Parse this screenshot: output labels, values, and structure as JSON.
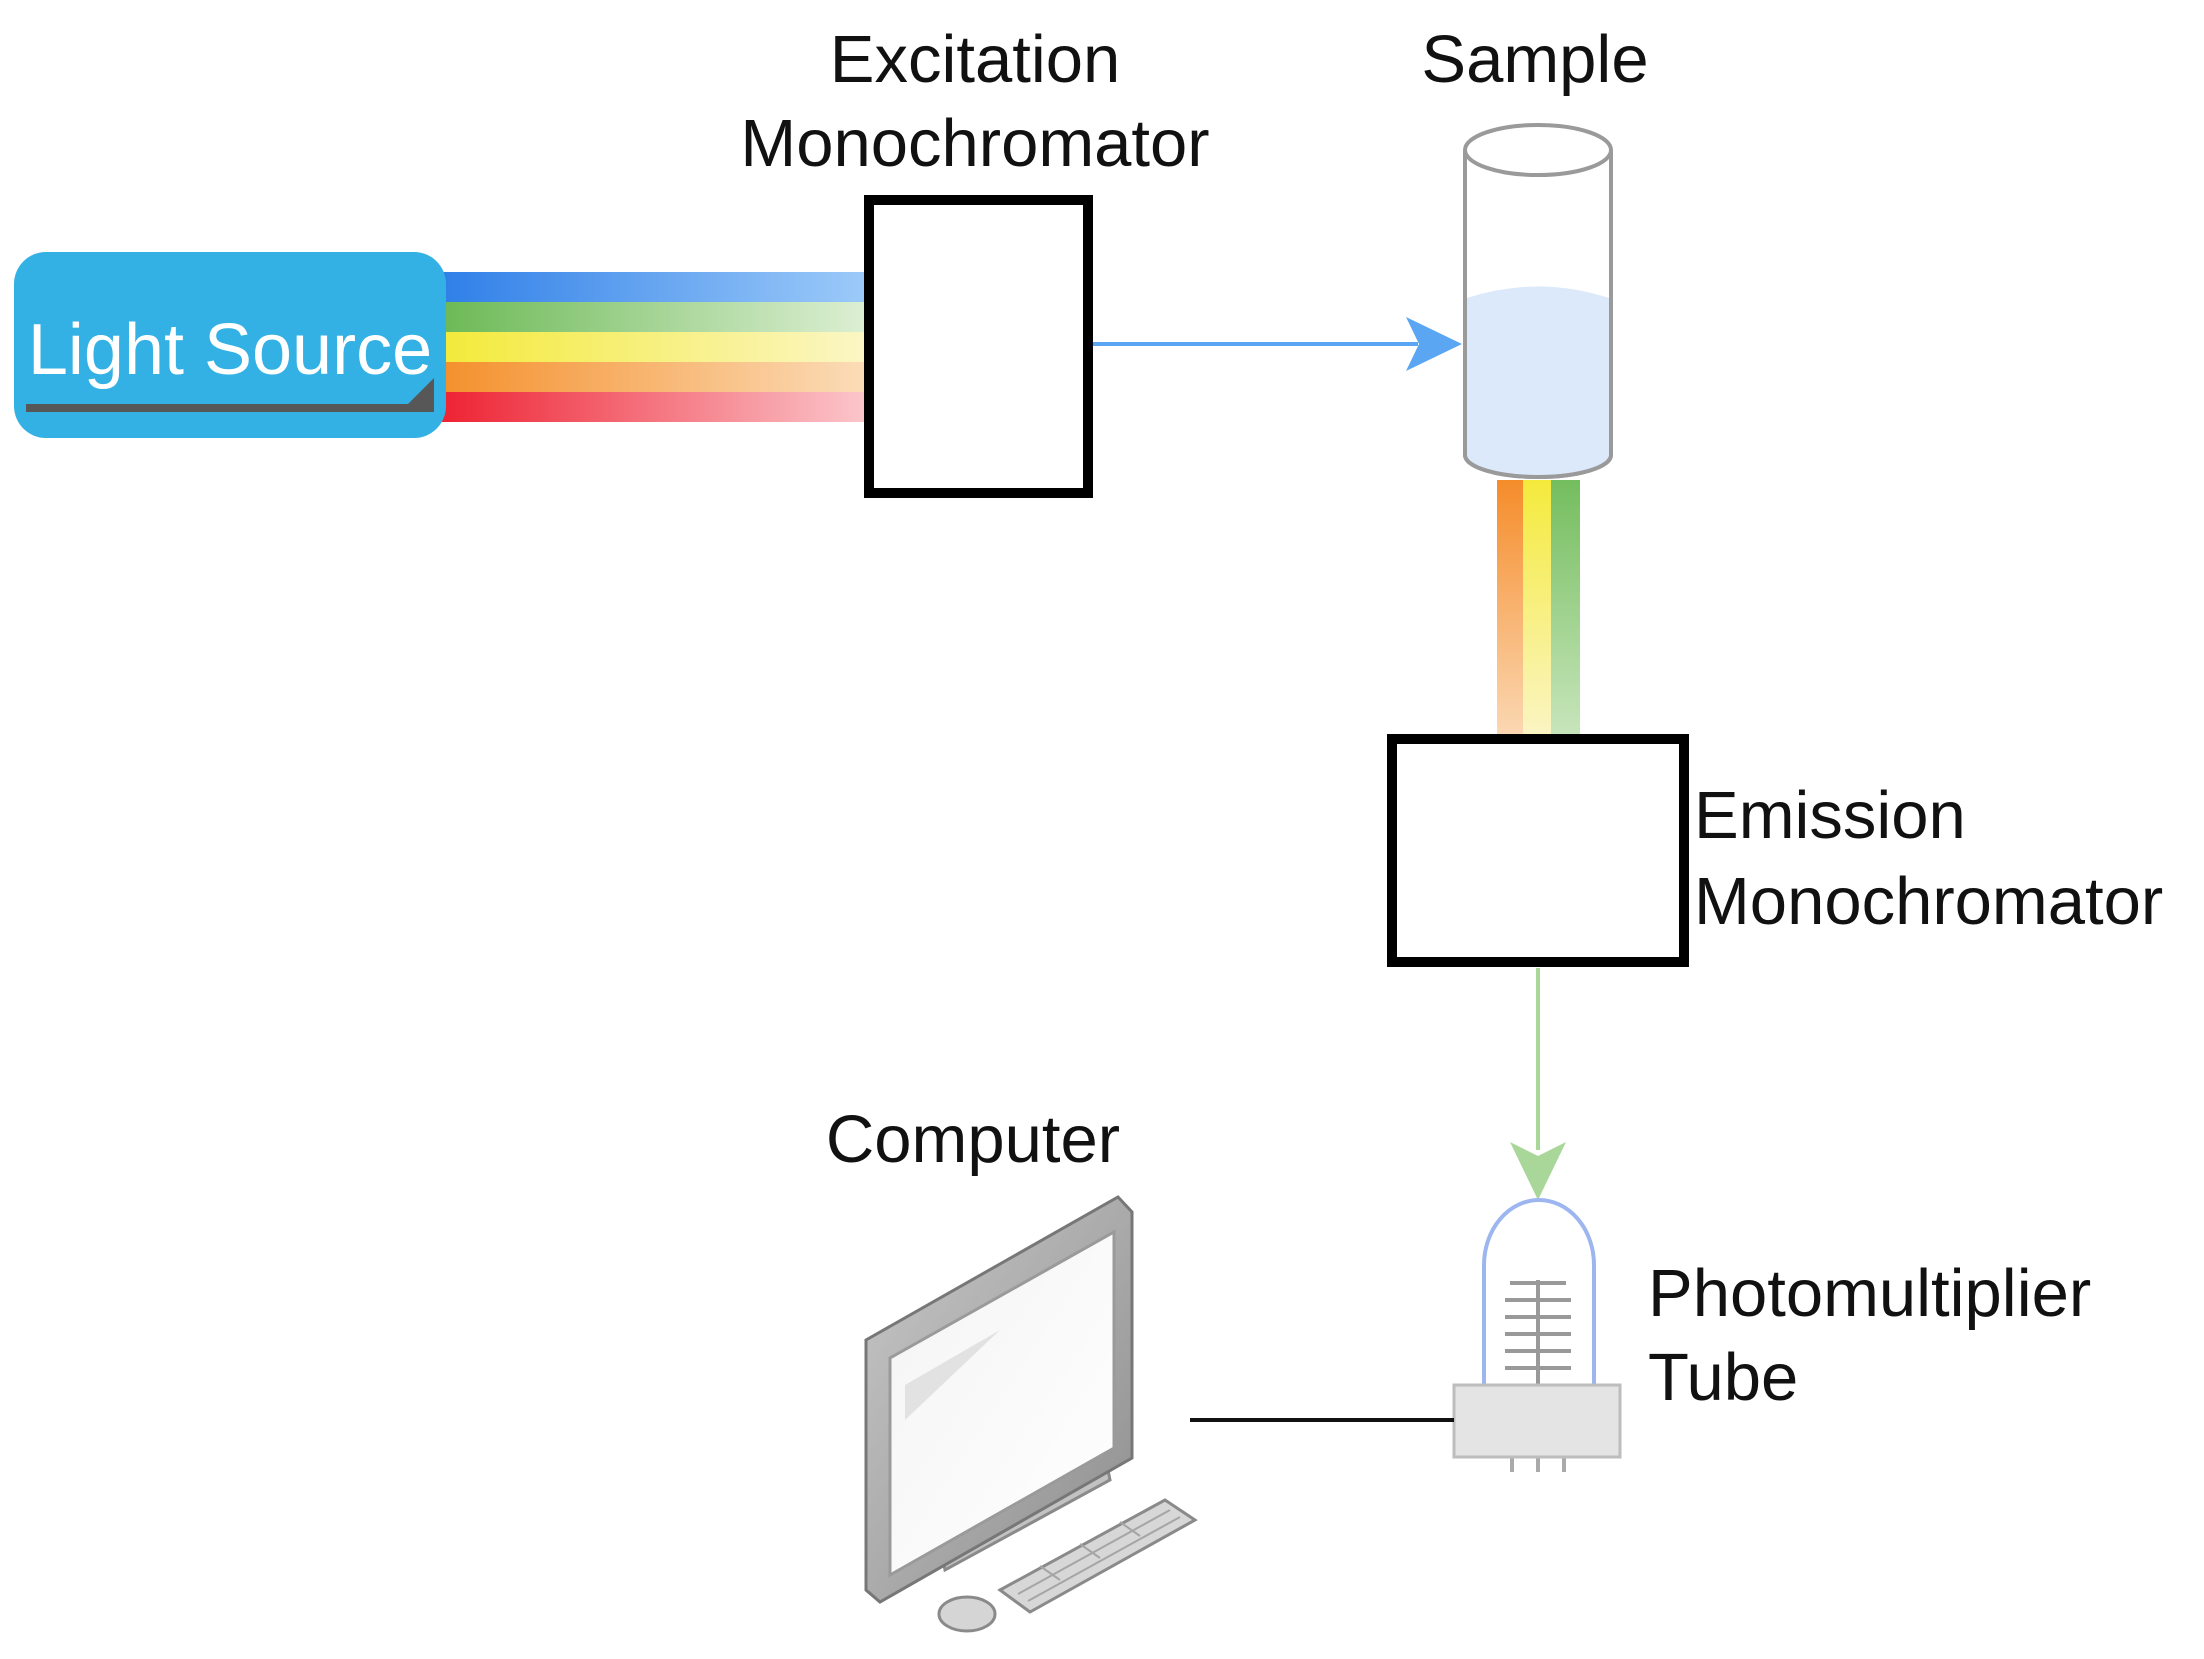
{
  "labels": {
    "light_source": "Light Source",
    "excitation_line1": "Excitation",
    "excitation_line2": "Monochromator",
    "sample": "Sample",
    "emission_line1": "Emission",
    "emission_line2": "Monochromator",
    "computer": "Computer",
    "pmt_line1": "Photomultiplier",
    "pmt_line2": "Tube"
  },
  "colors": {
    "light_source_fill": "#33b1e4",
    "beam_blue": "#3d8ef0",
    "beam_green": "#7fc36b",
    "beam_yellow": "#f4ec4a",
    "beam_orange": "#f5953a",
    "beam_red": "#f0303a",
    "excitation_arrow": "#5aa6f2",
    "emission_arrow": "#a9d79a",
    "sample_liquid": "#dbe9fb",
    "pmt_glass": "#9db6f0"
  }
}
